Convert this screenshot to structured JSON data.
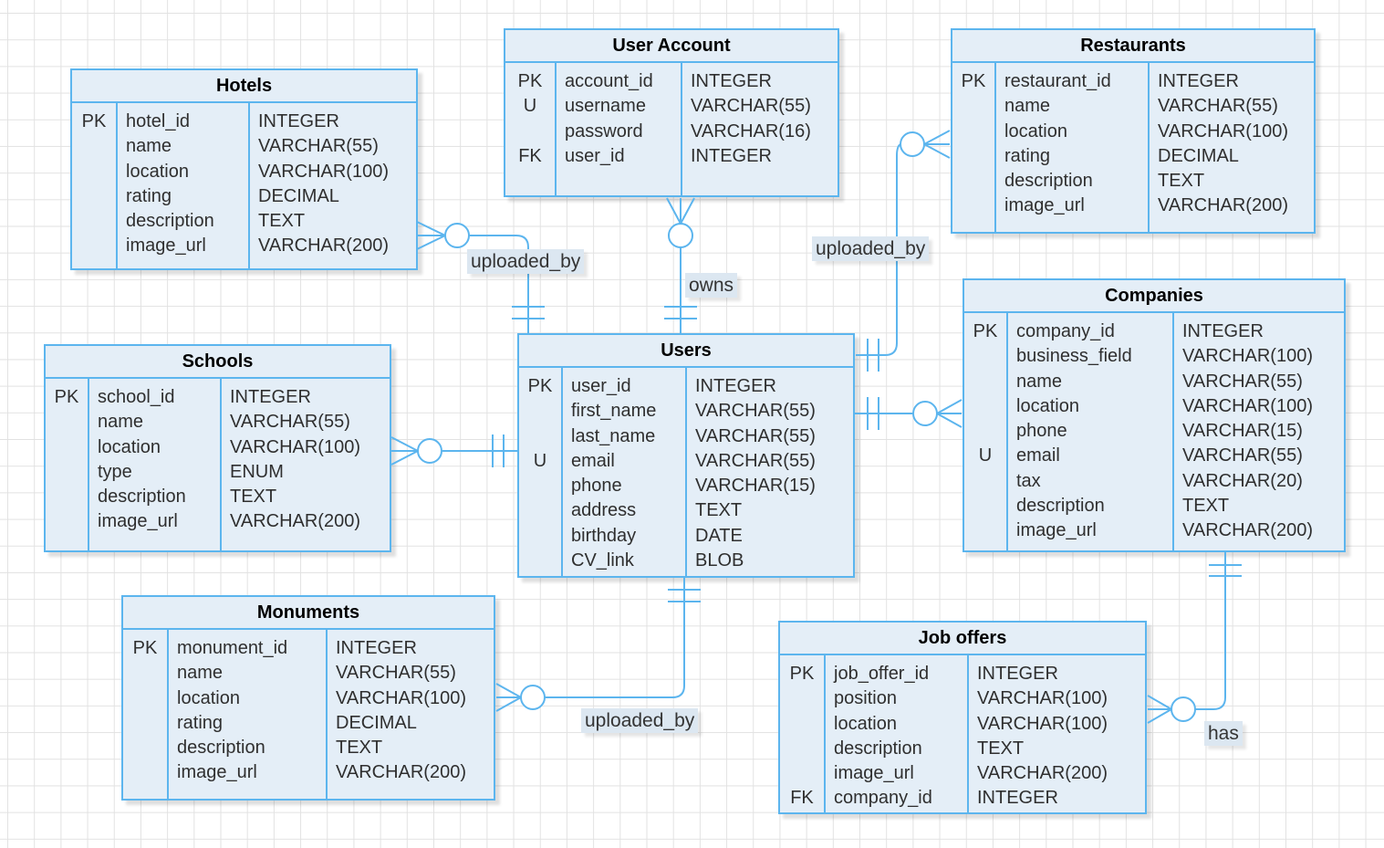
{
  "colors": {
    "table_fill": "#e4eef7",
    "table_stroke": "#5cb5ee",
    "grid_line": "#e2e2e2",
    "canvas_bg": "#ffffff",
    "label_bg": "#dce7f1",
    "text": "#2f2f2f"
  },
  "tables": [
    {
      "title": "Hotels",
      "rows": [
        {
          "key": "PK",
          "name": "hotel_id",
          "type": "INTEGER"
        },
        {
          "key": "",
          "name": "name",
          "type": "VARCHAR(55)"
        },
        {
          "key": "",
          "name": "location",
          "type": "VARCHAR(100)"
        },
        {
          "key": "",
          "name": "rating",
          "type": "DECIMAL"
        },
        {
          "key": "",
          "name": "description",
          "type": "TEXT"
        },
        {
          "key": "",
          "name": "image_url",
          "type": "VARCHAR(200)"
        }
      ]
    },
    {
      "title": "User Account",
      "rows": [
        {
          "key": "PK",
          "name": "account_id",
          "type": "INTEGER"
        },
        {
          "key": "U",
          "name": "username",
          "type": "VARCHAR(55)"
        },
        {
          "key": "",
          "name": "password",
          "type": "VARCHAR(16)"
        },
        {
          "key": "FK",
          "name": "user_id",
          "type": "INTEGER"
        }
      ]
    },
    {
      "title": "Restaurants",
      "rows": [
        {
          "key": "PK",
          "name": "restaurant_id",
          "type": "INTEGER"
        },
        {
          "key": "",
          "name": "name",
          "type": "VARCHAR(55)"
        },
        {
          "key": "",
          "name": "location",
          "type": "VARCHAR(100)"
        },
        {
          "key": "",
          "name": "rating",
          "type": "DECIMAL"
        },
        {
          "key": "",
          "name": "description",
          "type": "TEXT"
        },
        {
          "key": "",
          "name": "image_url",
          "type": "VARCHAR(200)"
        }
      ]
    },
    {
      "title": "Schools",
      "rows": [
        {
          "key": "PK",
          "name": "school_id",
          "type": "INTEGER"
        },
        {
          "key": "",
          "name": "name",
          "type": "VARCHAR(55)"
        },
        {
          "key": "",
          "name": "location",
          "type": "VARCHAR(100)"
        },
        {
          "key": "",
          "name": "type",
          "type": "ENUM"
        },
        {
          "key": "",
          "name": "description",
          "type": "TEXT"
        },
        {
          "key": "",
          "name": "image_url",
          "type": "VARCHAR(200)"
        }
      ]
    },
    {
      "title": "Users",
      "rows": [
        {
          "key": "PK",
          "name": "user_id",
          "type": "INTEGER"
        },
        {
          "key": "",
          "name": "first_name",
          "type": "VARCHAR(55)"
        },
        {
          "key": "",
          "name": "last_name",
          "type": "VARCHAR(55)"
        },
        {
          "key": "U",
          "name": "email",
          "type": "VARCHAR(55)"
        },
        {
          "key": "",
          "name": "phone",
          "type": "VARCHAR(15)"
        },
        {
          "key": "",
          "name": "address",
          "type": "TEXT"
        },
        {
          "key": "",
          "name": "birthday",
          "type": "DATE"
        },
        {
          "key": "",
          "name": "CV_link",
          "type": "BLOB"
        }
      ]
    },
    {
      "title": "Companies",
      "rows": [
        {
          "key": "PK",
          "name": "company_id",
          "type": "INTEGER"
        },
        {
          "key": "",
          "name": "business_field",
          "type": "VARCHAR(100)"
        },
        {
          "key": "",
          "name": "name",
          "type": "VARCHAR(55)"
        },
        {
          "key": "",
          "name": "location",
          "type": "VARCHAR(100)"
        },
        {
          "key": "",
          "name": "phone",
          "type": "VARCHAR(15)"
        },
        {
          "key": "U",
          "name": "email",
          "type": "VARCHAR(55)"
        },
        {
          "key": "",
          "name": "tax",
          "type": "VARCHAR(20)"
        },
        {
          "key": "",
          "name": "description",
          "type": "TEXT"
        },
        {
          "key": "",
          "name": "image_url",
          "type": "VARCHAR(200)"
        }
      ]
    },
    {
      "title": "Monuments",
      "rows": [
        {
          "key": "PK",
          "name": "monument_id",
          "type": "INTEGER"
        },
        {
          "key": "",
          "name": "name",
          "type": "VARCHAR(55)"
        },
        {
          "key": "",
          "name": "location",
          "type": "VARCHAR(100)"
        },
        {
          "key": "",
          "name": "rating",
          "type": "DECIMAL"
        },
        {
          "key": "",
          "name": "description",
          "type": "TEXT"
        },
        {
          "key": "",
          "name": "image_url",
          "type": "VARCHAR(200)"
        }
      ]
    },
    {
      "title": "Job offers",
      "rows": [
        {
          "key": "PK",
          "name": "job_offer_id",
          "type": "INTEGER"
        },
        {
          "key": "",
          "name": "position",
          "type": "VARCHAR(100)"
        },
        {
          "key": "",
          "name": "location",
          "type": "VARCHAR(100)"
        },
        {
          "key": "",
          "name": "description",
          "type": "TEXT"
        },
        {
          "key": "",
          "name": "image_url",
          "type": "VARCHAR(200)"
        },
        {
          "key": "FK",
          "name": "company_id",
          "type": "INTEGER"
        }
      ]
    }
  ],
  "relationships": [
    {
      "from": "Hotels",
      "to": "Users",
      "label": "uploaded_by",
      "from_cardinality": "zero-or-many",
      "to_cardinality": "exactly-one"
    },
    {
      "from": "User Account",
      "to": "Users",
      "label": "owns",
      "from_cardinality": "zero-or-many",
      "to_cardinality": "exactly-one"
    },
    {
      "from": "Restaurants",
      "to": "Users",
      "label": "uploaded_by",
      "from_cardinality": "zero-or-many",
      "to_cardinality": "exactly-one"
    },
    {
      "from": "Schools",
      "to": "Users",
      "label": "",
      "from_cardinality": "zero-or-many",
      "to_cardinality": "exactly-one"
    },
    {
      "from": "Companies",
      "to": "Users",
      "label": "",
      "from_cardinality": "zero-or-many",
      "to_cardinality": "exactly-one"
    },
    {
      "from": "Companies",
      "to": "Job offers",
      "label": "has",
      "from_cardinality": "exactly-one",
      "to_cardinality": "zero-or-many"
    },
    {
      "from": "Monuments",
      "to": "Users",
      "label": "uploaded_by",
      "from_cardinality": "zero-or-many",
      "to_cardinality": "exactly-one"
    }
  ]
}
